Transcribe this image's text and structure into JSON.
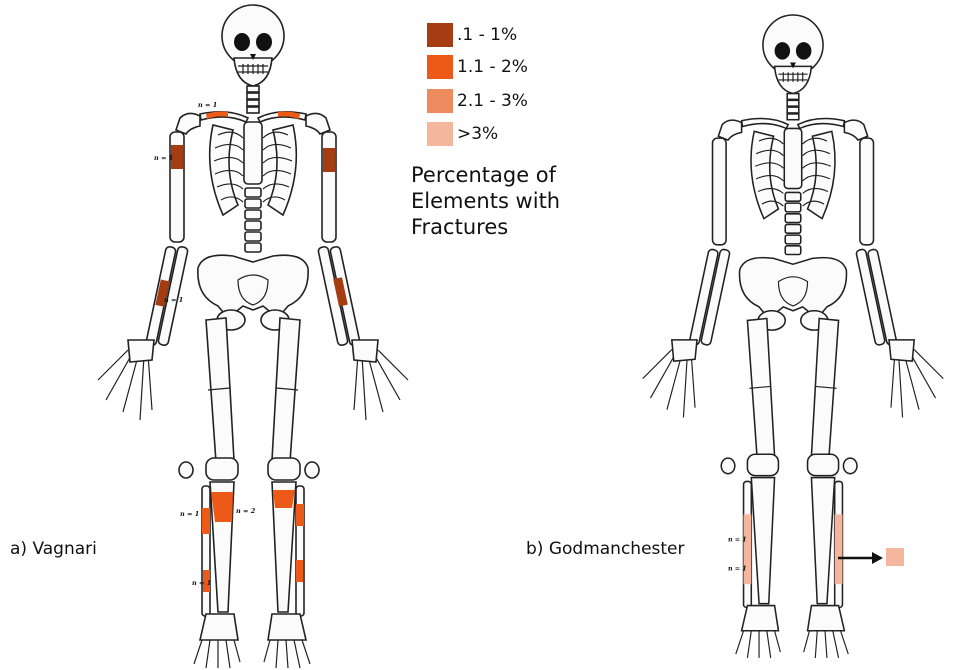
{
  "legend": {
    "title_lines": [
      "Percentage of",
      "Elements with",
      "Fractures"
    ],
    "items": [
      {
        "label": ".1 - 1%",
        "color": "#a63d12"
      },
      {
        "label": "1.1 - 2%",
        "color": "#ed5a17"
      },
      {
        "label": "2.1 - 3%",
        "color": "#ed8a5e"
      },
      {
        "label": ">3%",
        "color": "#f4b69d"
      }
    ]
  },
  "panels": {
    "a": {
      "label": "a) Vagnari",
      "annotations": [
        "n = 1",
        "n = 1",
        "n = 1",
        "n = 1",
        "n = 2",
        "n = 1"
      ]
    },
    "b": {
      "label": "b) Godmanchester",
      "annotations": [
        "n = 1",
        "n = 1"
      ],
      "callout_color": "#f4b69d"
    }
  }
}
